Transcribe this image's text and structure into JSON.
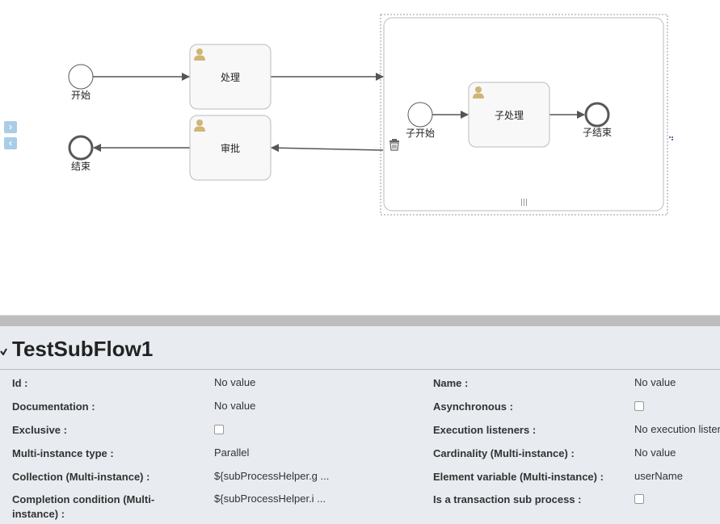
{
  "diagram": {
    "nodes": {
      "start": "开始",
      "task_process": "处理",
      "task_approve": "审批",
      "end": "结束",
      "sub_start": "子开始",
      "sub_task": "子处理",
      "sub_end": "子结束"
    }
  },
  "panel": {
    "title": "TestSubFlow1",
    "rows": [
      {
        "left_label": "Id :",
        "left_value": "No value",
        "right_label": "Name :",
        "right_value": "No value"
      },
      {
        "left_label": "Documentation :",
        "left_value": "No value",
        "right_label": "Asynchronous :",
        "right_value": ""
      },
      {
        "left_label": "Exclusive :",
        "left_value": "",
        "right_label": "Execution listeners :",
        "right_value": "No execution listeners configured"
      },
      {
        "left_label": "Multi-instance type :",
        "left_value": "Parallel",
        "right_label": "Cardinality (Multi-instance) :",
        "right_value": "No value"
      },
      {
        "left_label": "Collection (Multi-instance) :",
        "left_value": "${subProcessHelper.g ...",
        "right_label": "Element variable (Multi-instance) :",
        "right_value": "userName"
      },
      {
        "left_label": "Completion condition (Multi-instance) :",
        "left_value": "${subProcessHelper.i ...",
        "right_label": "Is a transaction sub process :",
        "right_value": ""
      }
    ]
  },
  "colors": {
    "task_fill": "#f8f8f8",
    "task_stroke": "#bbbbbb",
    "user_icon": "#d1b575",
    "flow_stroke": "#555555",
    "panel_bg": "#e8ebf0"
  }
}
